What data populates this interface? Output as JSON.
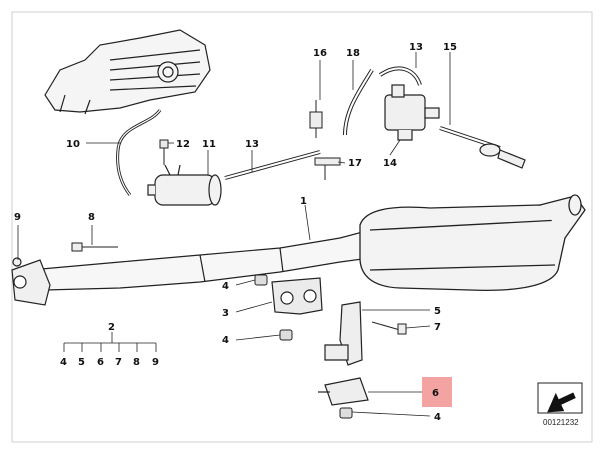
{
  "diagram": {
    "highlight_color": "#f4a3a3",
    "callouts": {
      "c1": "1",
      "c2": "2",
      "c3": "3",
      "c4a": "4",
      "c4b": "4",
      "c4c": "4",
      "c5": "5",
      "c6": "6",
      "c7": "7",
      "c8": "8",
      "c9": "9",
      "c10": "10",
      "c11": "11",
      "c12": "12",
      "c13a": "13",
      "c13b": "13",
      "c14": "14",
      "c15": "15",
      "c16": "16",
      "c17": "17",
      "c18": "18"
    },
    "legend_items": [
      "4",
      "5",
      "6",
      "7",
      "8",
      "9"
    ],
    "legend_parent": "2",
    "drawing_code": "00121232"
  }
}
